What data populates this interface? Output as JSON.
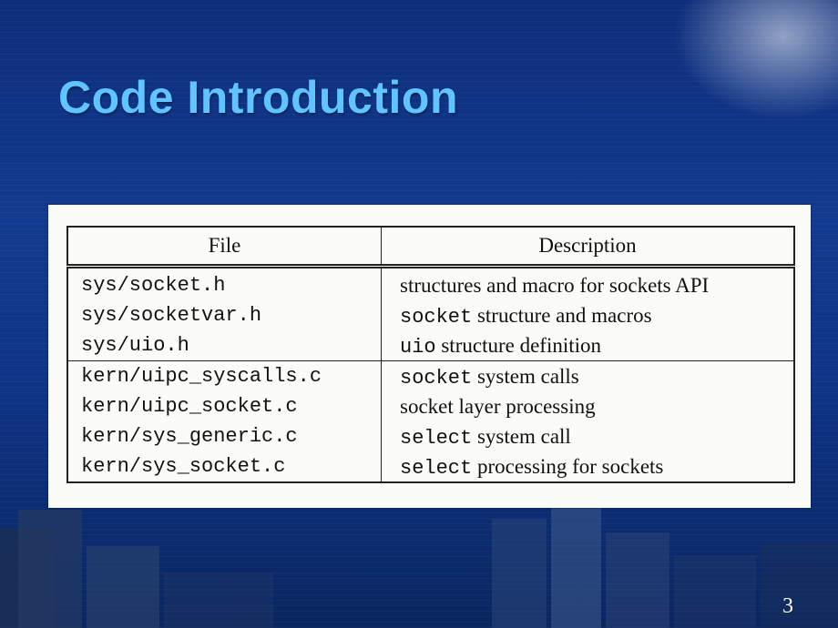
{
  "slide": {
    "title": "Code Introduction",
    "page_number": "3"
  },
  "table": {
    "headers": [
      "File",
      "Description"
    ],
    "groups": [
      {
        "rows": [
          {
            "file": "sys/socket.h",
            "desc_code": "",
            "desc_text": "structures and macro for sockets API"
          },
          {
            "file": "sys/socketvar.h",
            "desc_code": "socket",
            "desc_text": " structure and macros"
          },
          {
            "file": "sys/uio.h",
            "desc_code": "uio",
            "desc_text": " structure definition"
          }
        ]
      },
      {
        "rows": [
          {
            "file": "kern/uipc_syscalls.c",
            "desc_code": "socket",
            "desc_text": " system calls"
          },
          {
            "file": "kern/uipc_socket.c",
            "desc_code": "",
            "desc_text": "socket layer processing"
          },
          {
            "file": "kern/sys_generic.c",
            "desc_code": "select",
            "desc_text": " system call"
          },
          {
            "file": "kern/sys_socket.c",
            "desc_code": "select",
            "desc_text": " processing for sockets"
          }
        ]
      }
    ]
  },
  "colors": {
    "title": "#5fc4ff",
    "background": "#123a8f",
    "panel": "#fbfbf8"
  }
}
